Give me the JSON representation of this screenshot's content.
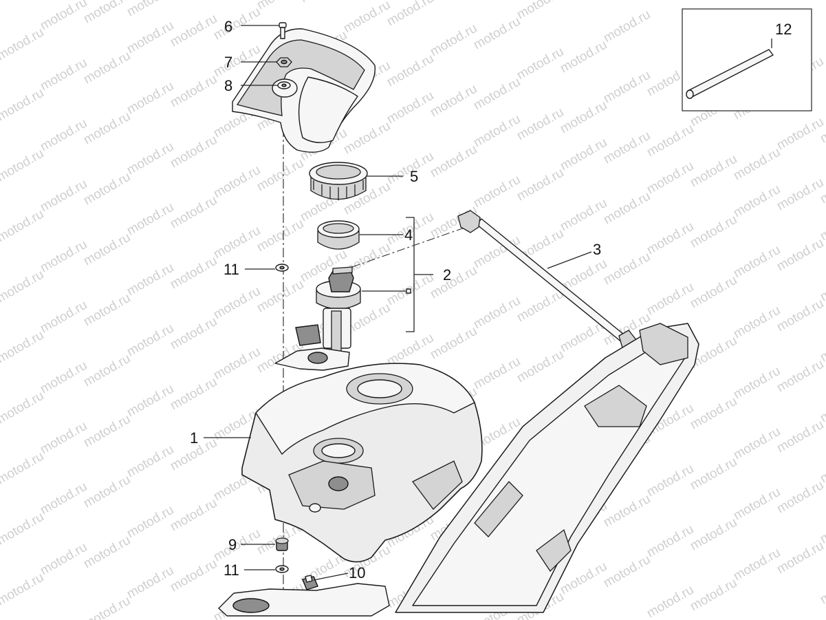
{
  "watermark": "motod.ru",
  "callouts": {
    "c1": "1",
    "c2": "2",
    "c3": "3",
    "c4": "4",
    "c5": "5",
    "c6": "6",
    "c7": "7",
    "c8": "8",
    "c9": "9",
    "c10": "10",
    "c11a": "11",
    "c11b": "11",
    "c12": "12"
  }
}
